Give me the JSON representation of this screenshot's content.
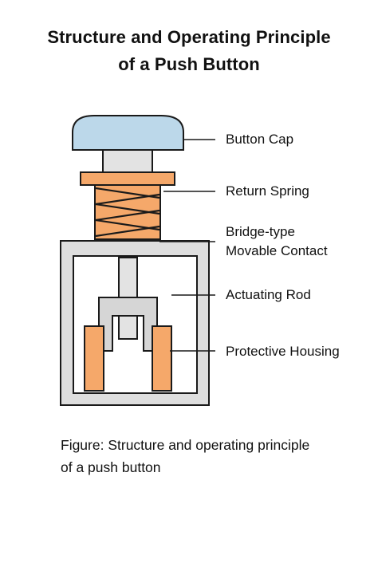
{
  "title": {
    "line1": "Structure and Operating Principle",
    "line2": "of a Push Button"
  },
  "labels": {
    "button_cap": "Button Cap",
    "return_spring": "Return Spring",
    "contact_line1": "Bridge-type",
    "contact_line2": "Movable Contact",
    "actuating_rod": "Actuating Rod",
    "protective_housing": "Protective Housing"
  },
  "caption": "Figure: Structure and operating principle of a push button",
  "colors": {
    "cap_fill": "#bcd8ea",
    "spring": "#f5a86a",
    "rod": "#e3e3e3",
    "housing": "#dedede",
    "outline": "#1a1a1a"
  }
}
